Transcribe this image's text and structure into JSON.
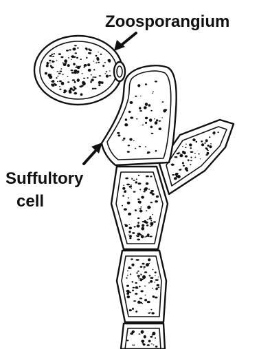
{
  "labels": {
    "zoosporangium": "Zoosporangium",
    "suffultory_line1": "Suffultory",
    "suffultory_line2": "cell"
  },
  "colors": {
    "ink": "#111111",
    "background": "#ffffff"
  }
}
